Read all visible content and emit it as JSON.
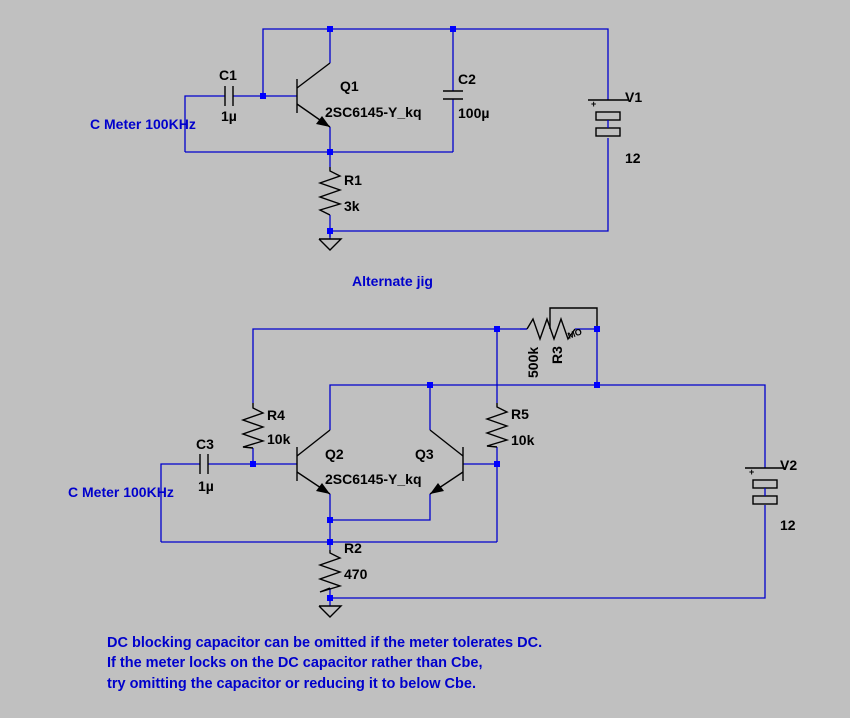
{
  "jig1": {
    "c1": {
      "name": "C1",
      "value": "1µ"
    },
    "c2": {
      "name": "C2",
      "value": "100µ"
    },
    "q1": {
      "name": "Q1",
      "model": "2SC6145-Y_kq"
    },
    "r1": {
      "name": "R1",
      "value": "3k"
    },
    "v1": {
      "name": "V1",
      "value": "12"
    },
    "meter": "C Meter 100KHz"
  },
  "alt_title": "Alternate jig",
  "jig2": {
    "c3": {
      "name": "C3",
      "value": "1µ"
    },
    "q2": {
      "name": "Q2",
      "model": "2SC6145-Y_kq"
    },
    "q3": {
      "name": "Q3"
    },
    "r2": {
      "name": "R2",
      "value": "470"
    },
    "r3": {
      "name": "R3",
      "value": "500k",
      "tag": "MO"
    },
    "r4": {
      "name": "R4",
      "value": "10k"
    },
    "r5": {
      "name": "R5",
      "value": "10k"
    },
    "v2": {
      "name": "V2",
      "value": "12"
    },
    "meter": "C Meter 100KHz"
  },
  "notes": [
    "DC blocking capacitor can be omitted if the meter tolerates DC.",
    "If the meter locks on the DC capacitor rather than Cbe,",
    "try omitting the capacitor or reducing it to below Cbe."
  ]
}
